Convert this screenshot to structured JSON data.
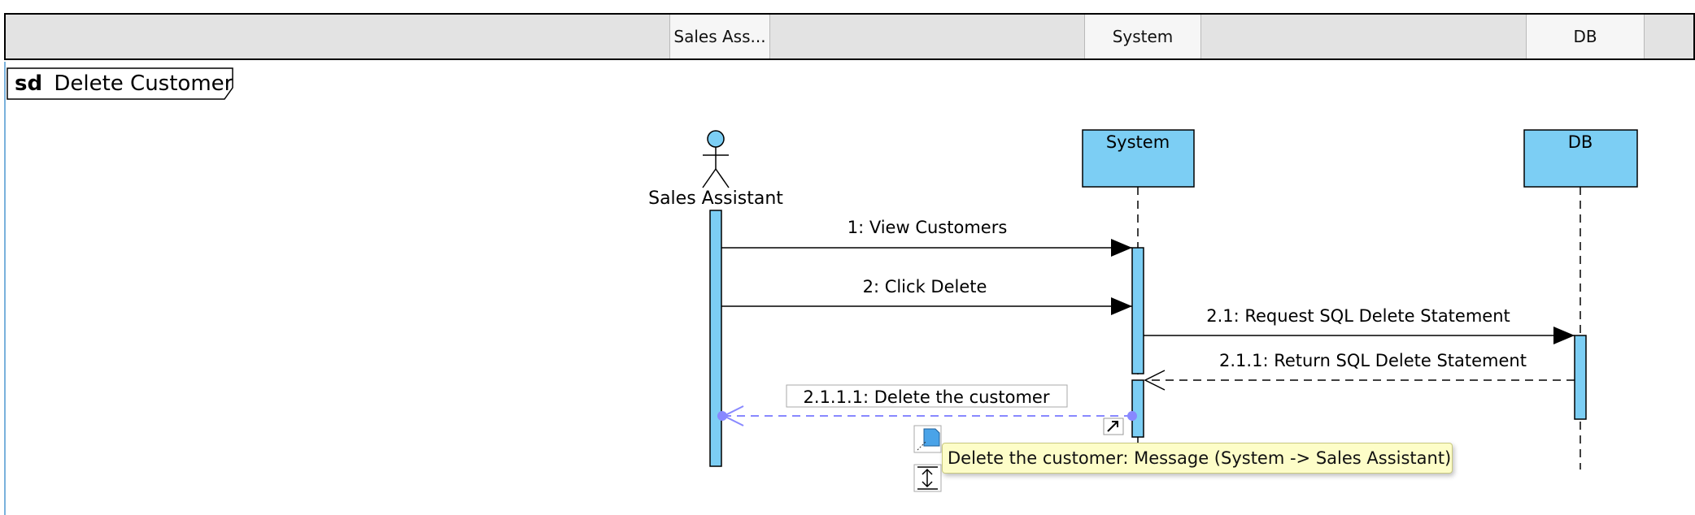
{
  "header": {
    "cells": [
      "Sales Ass...",
      "System",
      "DB"
    ]
  },
  "frame": {
    "keyword": "sd",
    "title": "Delete Customer"
  },
  "lifelines": {
    "actor": "Sales Assistant",
    "system": "System",
    "db": "DB"
  },
  "messages": {
    "m1": "1: View Customers",
    "m2": "2: Click Delete",
    "m21": "2.1: Request SQL Delete Statement",
    "m211": "2.1.1: Return SQL Delete Statement",
    "m2111": "2.1.1.1: Delete the customer"
  },
  "tooltip": "Delete the customer: Message (System -> Sales Assistant)",
  "colors": {
    "lifeline_fill": "#7ccef4",
    "selection": "#8888ff",
    "tooltip_bg": "#fdfdc8"
  },
  "icons": [
    "note-icon",
    "resize-vertical-icon",
    "shortcut-arrow-icon"
  ]
}
